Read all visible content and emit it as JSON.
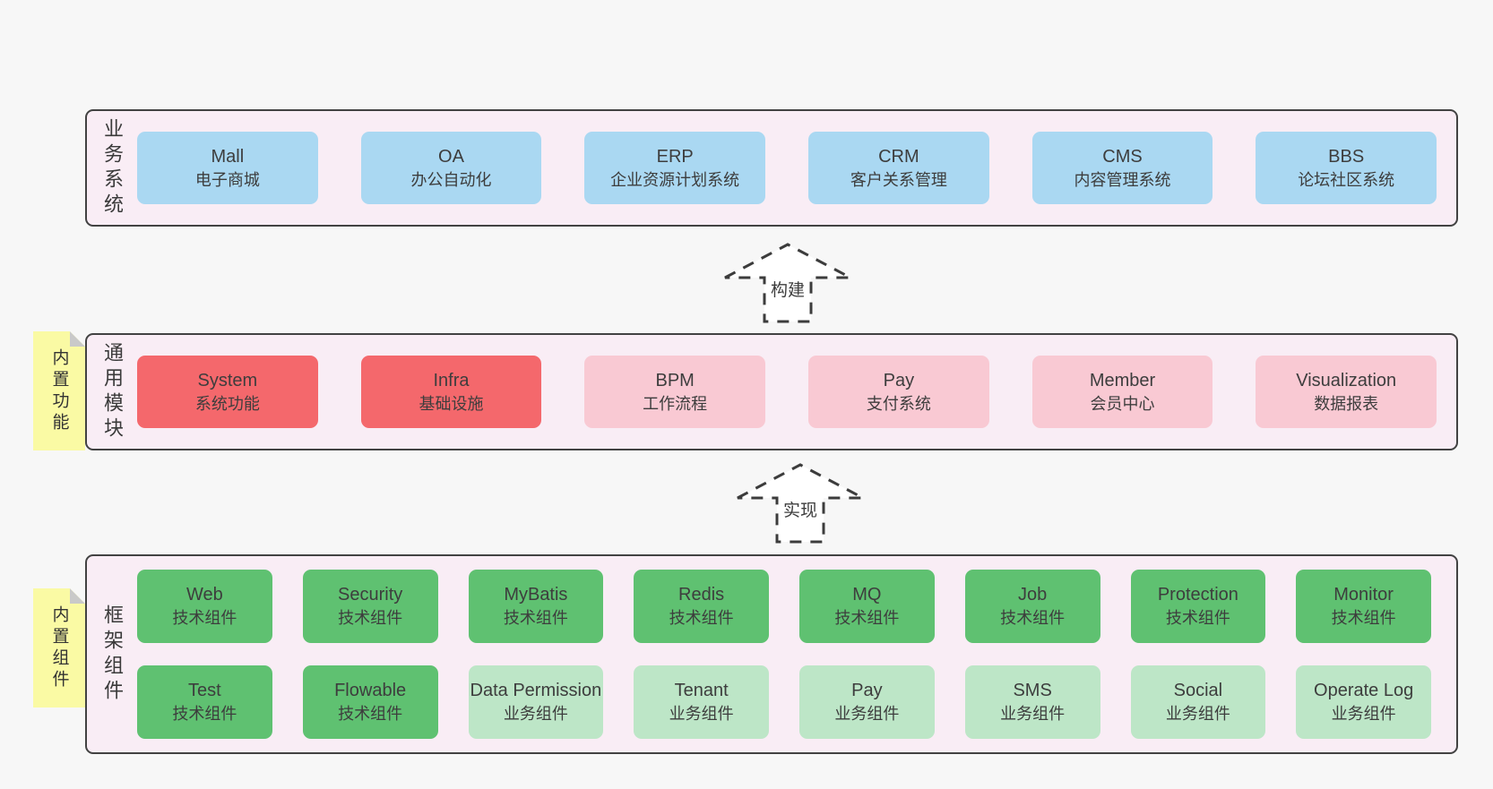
{
  "diagram": {
    "arrows": [
      {
        "label": "构建"
      },
      {
        "label": "实现"
      }
    ],
    "bands": [
      {
        "label": "业务系统",
        "boxes": [
          {
            "name": "Mall",
            "desc": "电子商城",
            "color": "blue"
          },
          {
            "name": "OA",
            "desc": "办公自动化",
            "color": "blue"
          },
          {
            "name": "ERP",
            "desc": "企业资源计划系统",
            "color": "blue"
          },
          {
            "name": "CRM",
            "desc": "客户关系管理",
            "color": "blue"
          },
          {
            "name": "CMS",
            "desc": "内容管理系统",
            "color": "blue"
          },
          {
            "name": "BBS",
            "desc": "论坛社区系统",
            "color": "blue"
          }
        ]
      },
      {
        "label": "通用模块",
        "note": "内置功能",
        "boxes": [
          {
            "name": "System",
            "desc": "系统功能",
            "color": "red"
          },
          {
            "name": "Infra",
            "desc": "基础设施",
            "color": "red"
          },
          {
            "name": "BPM",
            "desc": "工作流程",
            "color": "pink"
          },
          {
            "name": "Pay",
            "desc": "支付系统",
            "color": "pink"
          },
          {
            "name": "Member",
            "desc": "会员中心",
            "color": "pink"
          },
          {
            "name": "Visualization",
            "desc": "数据报表",
            "color": "pink"
          }
        ]
      },
      {
        "label": "框架组件",
        "note": "内置组件",
        "rows": [
          [
            {
              "name": "Web",
              "desc": "技术组件",
              "color": "green-dark"
            },
            {
              "name": "Security",
              "desc": "技术组件",
              "color": "green-dark"
            },
            {
              "name": "MyBatis",
              "desc": "技术组件",
              "color": "green-dark"
            },
            {
              "name": "Redis",
              "desc": "技术组件",
              "color": "green-dark"
            },
            {
              "name": "MQ",
              "desc": "技术组件",
              "color": "green-dark"
            },
            {
              "name": "Job",
              "desc": "技术组件",
              "color": "green-dark"
            },
            {
              "name": "Protection",
              "desc": "技术组件",
              "color": "green-dark"
            },
            {
              "name": "Monitor",
              "desc": "技术组件",
              "color": "green-dark"
            }
          ],
          [
            {
              "name": "Test",
              "desc": "技术组件",
              "color": "green-dark"
            },
            {
              "name": "Flowable",
              "desc": "技术组件",
              "color": "green-dark"
            },
            {
              "name": "Data Permission",
              "desc": "业务组件",
              "color": "green-light"
            },
            {
              "name": "Tenant",
              "desc": "业务组件",
              "color": "green-light"
            },
            {
              "name": "Pay",
              "desc": "业务组件",
              "color": "green-light"
            },
            {
              "name": "SMS",
              "desc": "业务组件",
              "color": "green-light"
            },
            {
              "name": "Social",
              "desc": "业务组件",
              "color": "green-light"
            },
            {
              "name": "Operate Log",
              "desc": "业务组件",
              "color": "green-light"
            }
          ]
        ]
      }
    ],
    "colors": {
      "page_background": "#f7f7f7",
      "band_fill": "#f9edf5",
      "band_border": "#424242",
      "blue": "#aad8f2",
      "red": "#f4686c",
      "pink": "#f9c9d3",
      "green_dark": "#5fc171",
      "green_light": "#bde6c7",
      "note_yellow": "#fafaa4",
      "note_fold_gray": "#c9c9c9",
      "text": "#3d3d3d"
    }
  }
}
